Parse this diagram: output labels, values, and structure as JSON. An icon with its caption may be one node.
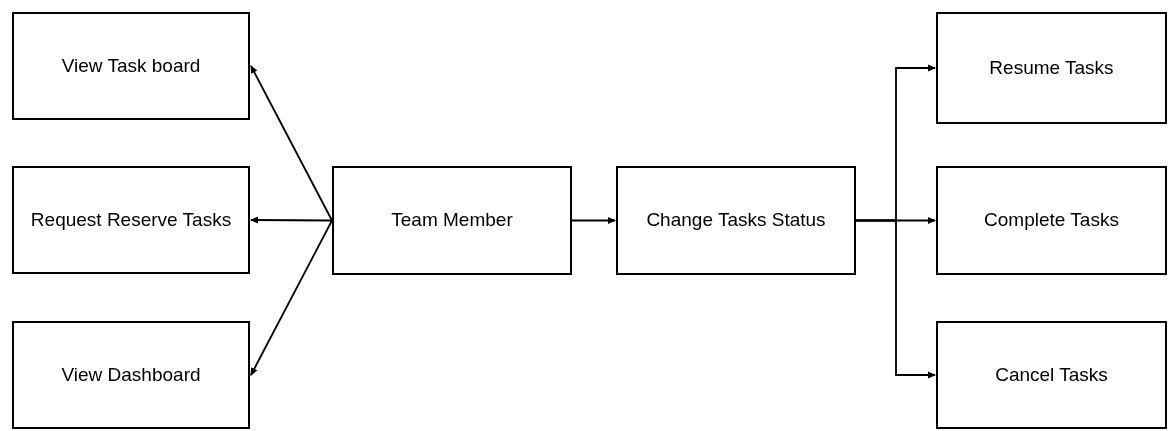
{
  "diagram": {
    "nodes": [
      {
        "text": [
          "View Task board"
        ]
      },
      {
        "text": [
          "Request Reserve Tasks"
        ]
      },
      {
        "text": [
          "View Dashboard"
        ]
      },
      {
        "text": [
          "Team Member"
        ]
      },
      {
        "text": [
          "Change Tasks Status"
        ]
      },
      {
        "text": [
          "Resume Tasks"
        ]
      },
      {
        "text": [
          "Complete Tasks"
        ]
      },
      {
        "text": [
          "Cancel Tasks"
        ]
      }
    ],
    "edges": [
      {
        "from": 3,
        "to": 0,
        "arrow": "to"
      },
      {
        "from": 3,
        "to": 1,
        "arrow": "to"
      },
      {
        "from": 3,
        "to": 2,
        "arrow": "to"
      },
      {
        "from": 3,
        "to": 4,
        "arrow": "to"
      },
      {
        "from": 4,
        "to": 5,
        "arrow": "to"
      },
      {
        "from": 4,
        "to": 6,
        "arrow": "to"
      },
      {
        "from": 4,
        "to": 7,
        "arrow": "to"
      }
    ]
  }
}
